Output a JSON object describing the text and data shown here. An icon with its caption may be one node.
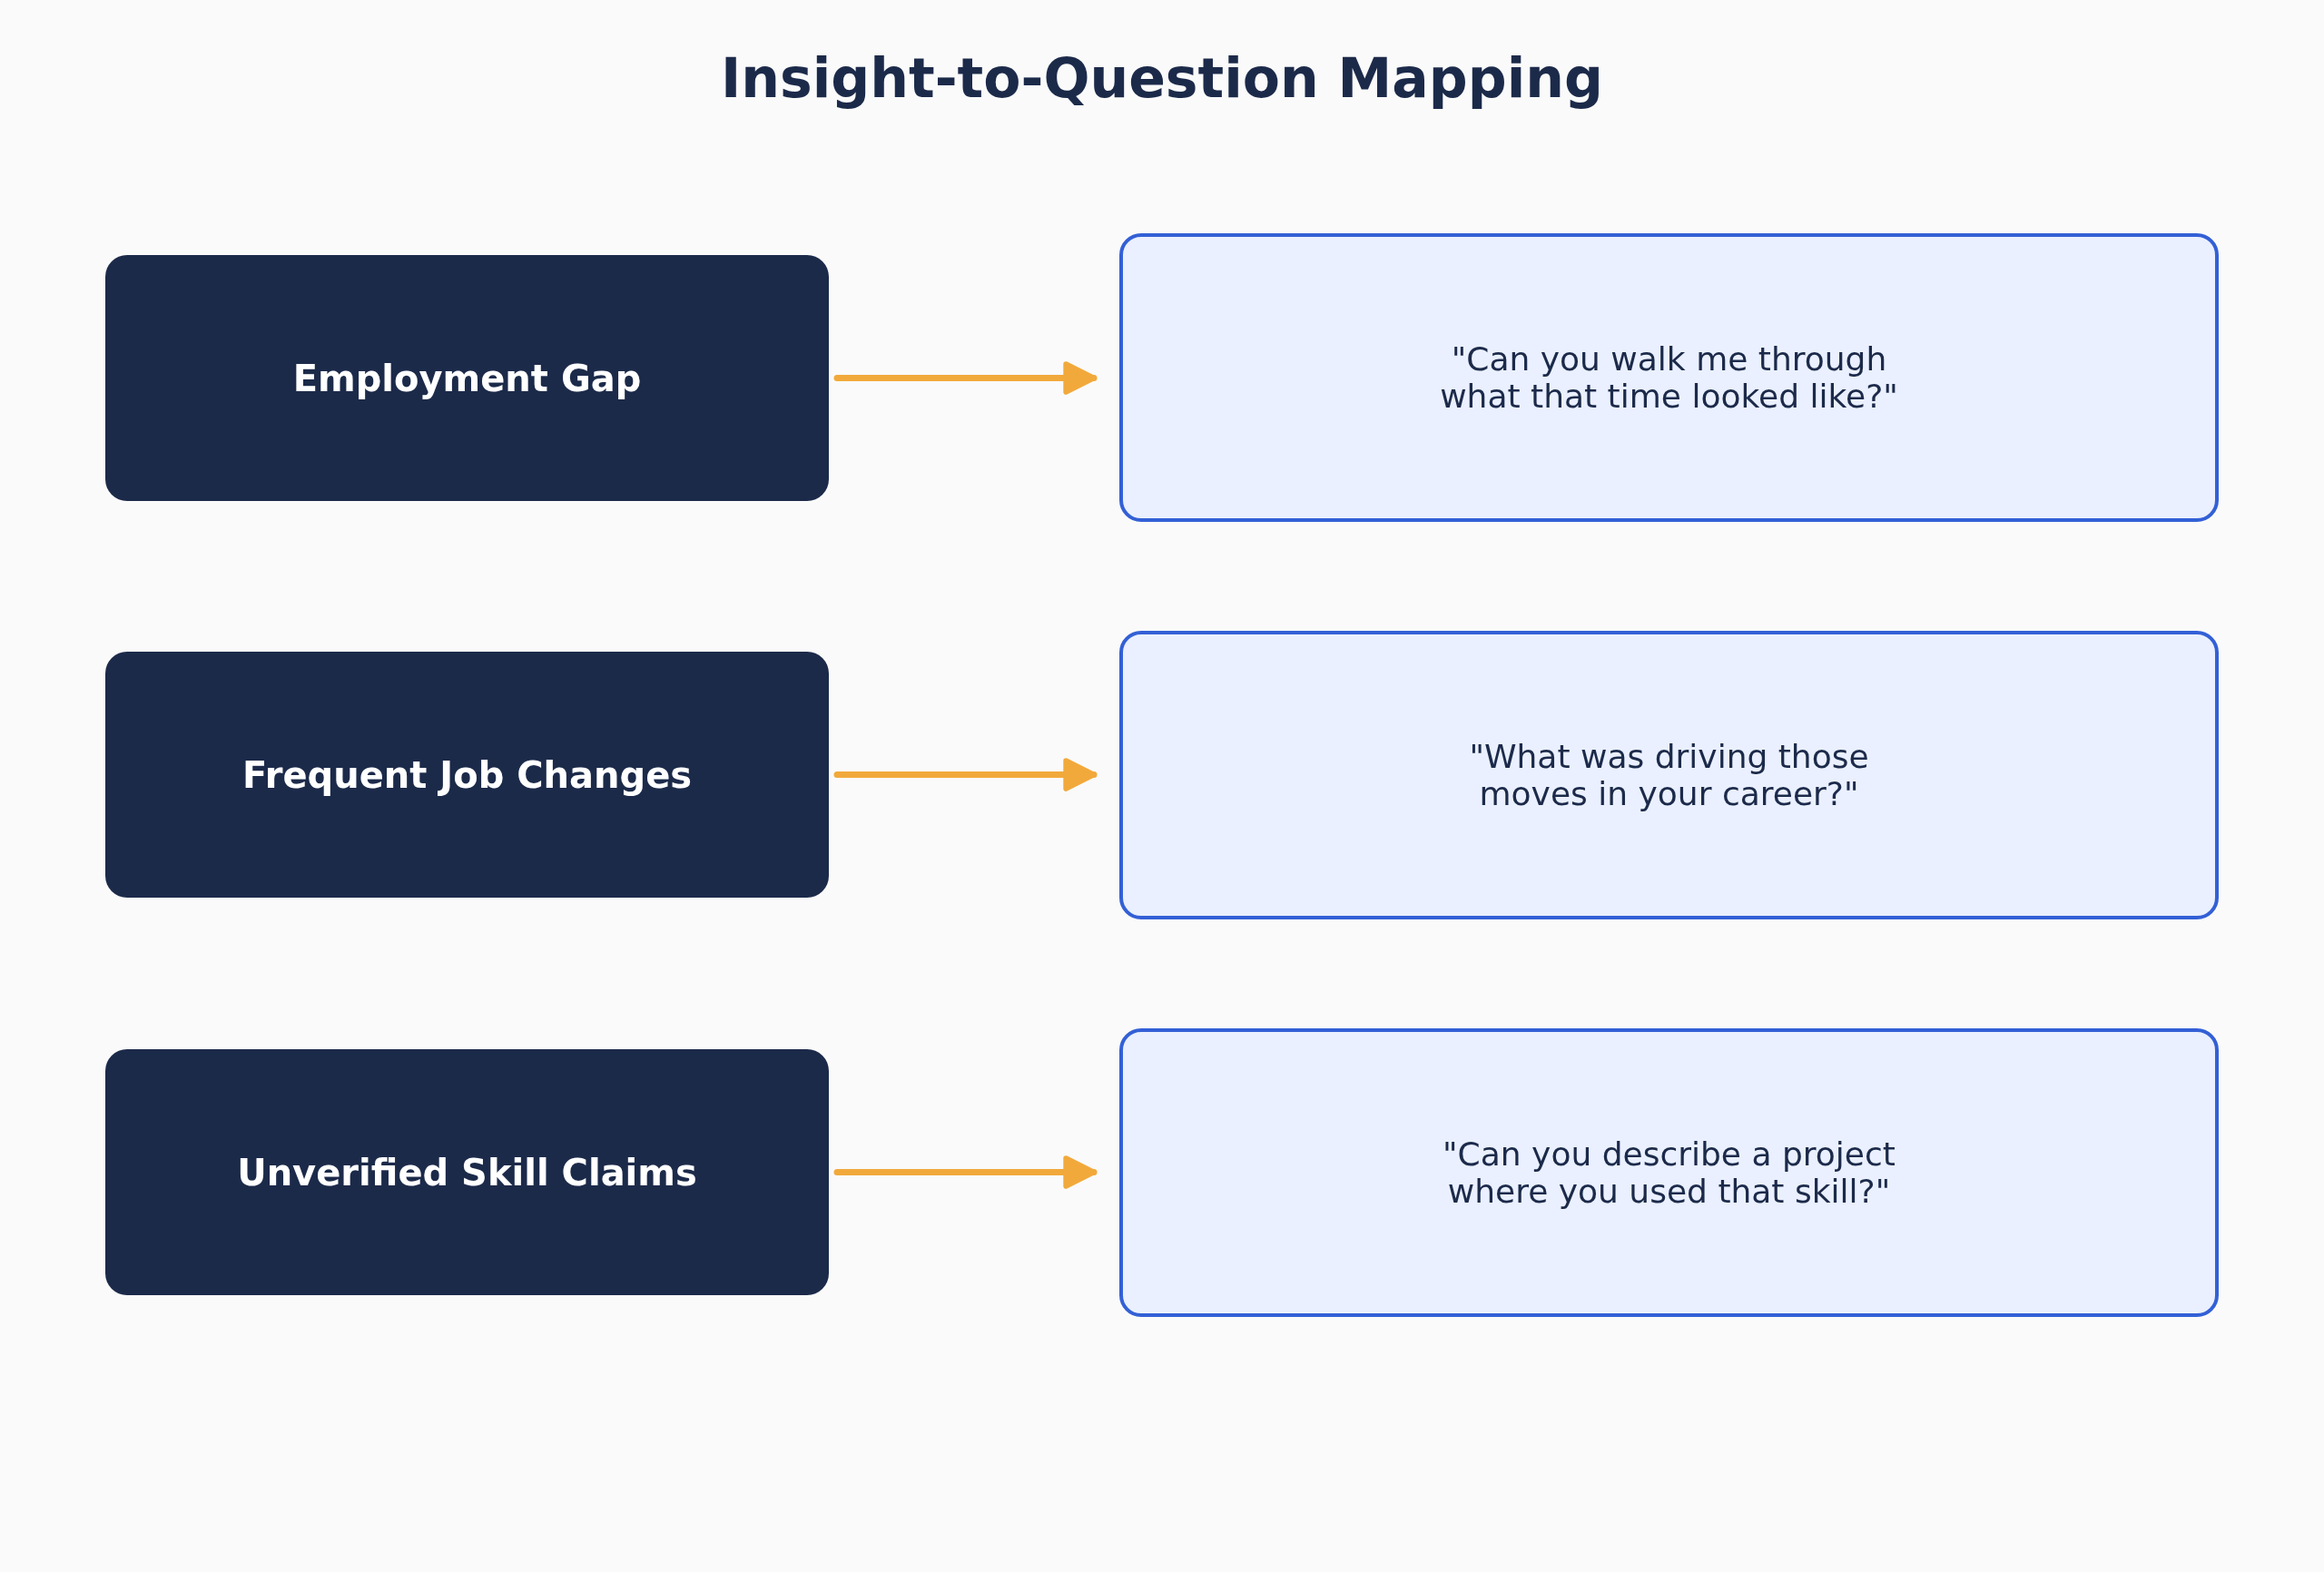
{
  "diagram": {
    "title": "Insight-to-Question Mapping",
    "nodes": [
      {
        "text": [
          "Employment Gap"
        ]
      },
      {
        "text": [
          "\"Can you walk me through what that time looked like?\""
        ]
      },
      {
        "text": [
          "Frequent Job Changes"
        ]
      },
      {
        "text": [
          "\"What was driving those moves in your career?\""
        ]
      },
      {
        "text": [
          "Unverified Skill Claims"
        ]
      },
      {
        "text": [
          "\"Can you describe a project where you used that skill?\""
        ]
      }
    ],
    "edges": [
      {
        "from": 0,
        "to": 1,
        "arrow": "to"
      },
      {
        "from": 2,
        "to": 3,
        "arrow": "to"
      },
      {
        "from": 4,
        "to": 5,
        "arrow": "to"
      }
    ]
  }
}
